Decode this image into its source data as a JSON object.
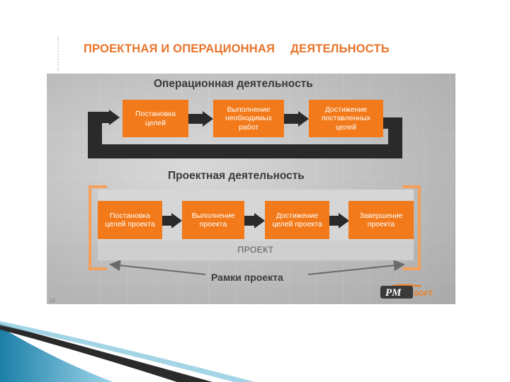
{
  "title": {
    "part1": "ПРОЕКТНАЯ И ОПЕРАЦИОННАЯ",
    "part2": "ДЕЯТЕЛЬНОСТЬ"
  },
  "operational": {
    "heading": "Операционная деятельность",
    "steps": [
      "Постановка целей",
      "Выполнение необходимых работ",
      "Достижение поставленных целей"
    ]
  },
  "project": {
    "heading": "Проектная деятельность",
    "steps": [
      "Постановка целей проекта",
      "Выполнение проекта",
      "Достижение целей проекта",
      "Завершение проекта"
    ],
    "band_label": "ПРОЕКТ",
    "frame_label": "Рамки проекта"
  },
  "logo": {
    "text_main": "PM",
    "text_accent": "SOFT"
  },
  "slide_number": "12",
  "colors": {
    "accent": "#f27a1a",
    "bracket": "#f4a05a",
    "dark": "#2a2a2a",
    "title": "#e8742a"
  }
}
